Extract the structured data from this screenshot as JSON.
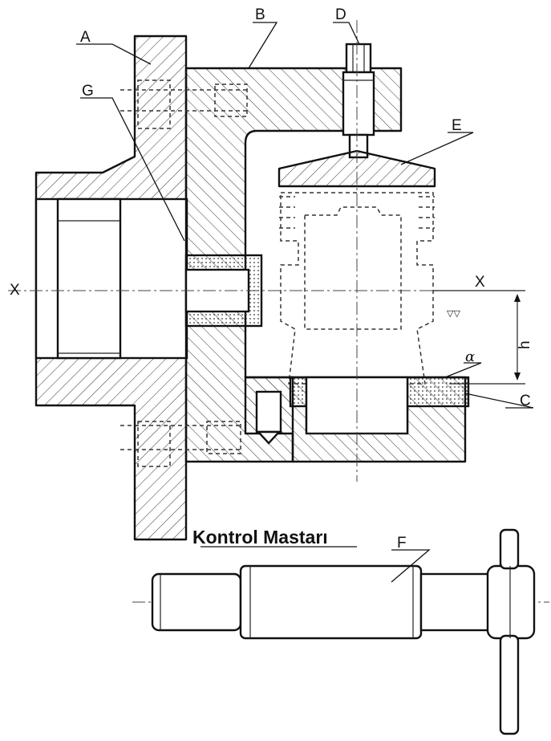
{
  "drawing": {
    "title": "Kontrol Mastarı",
    "labels": {
      "A": "A",
      "B": "B",
      "C": "C",
      "D": "D",
      "E": "E",
      "F": "F",
      "G": "G",
      "X_left": "X",
      "X_right": "X",
      "h": "h",
      "alpha": "α",
      "surface_mark": "▽▽"
    }
  }
}
